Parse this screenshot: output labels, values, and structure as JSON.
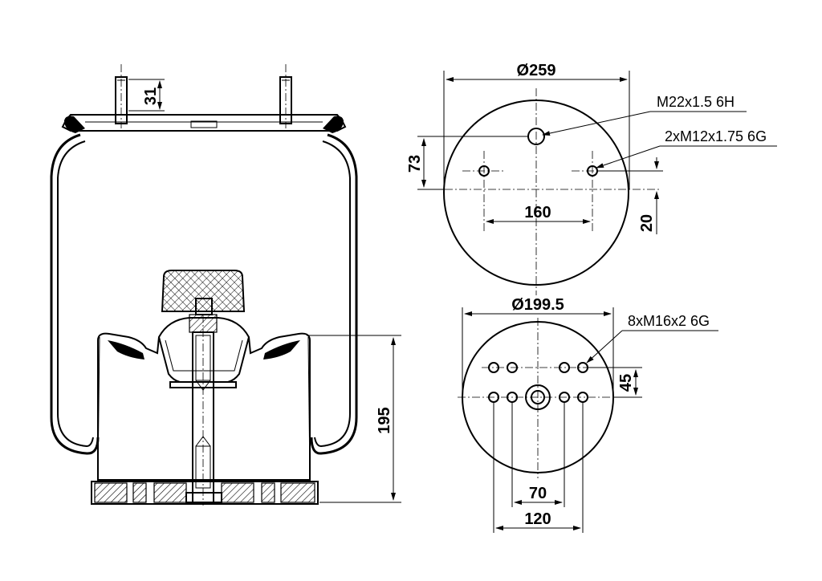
{
  "side_view": {
    "dims": {
      "stud_length": "31",
      "height": "195"
    }
  },
  "top_plate": {
    "dims": {
      "diameter": "Ø259",
      "offset_73": "73",
      "spacing_160": "160",
      "offset_20": "20"
    },
    "callouts": {
      "center_thread": "M22x1.5 6H",
      "stud_threads": "2xM12x1.75 6G"
    }
  },
  "bottom_plate": {
    "dims": {
      "diameter": "Ø199.5",
      "offset_45": "45",
      "spacing_70": "70",
      "spacing_120": "120"
    },
    "callouts": {
      "holes": "8xM16x2 6G"
    }
  }
}
